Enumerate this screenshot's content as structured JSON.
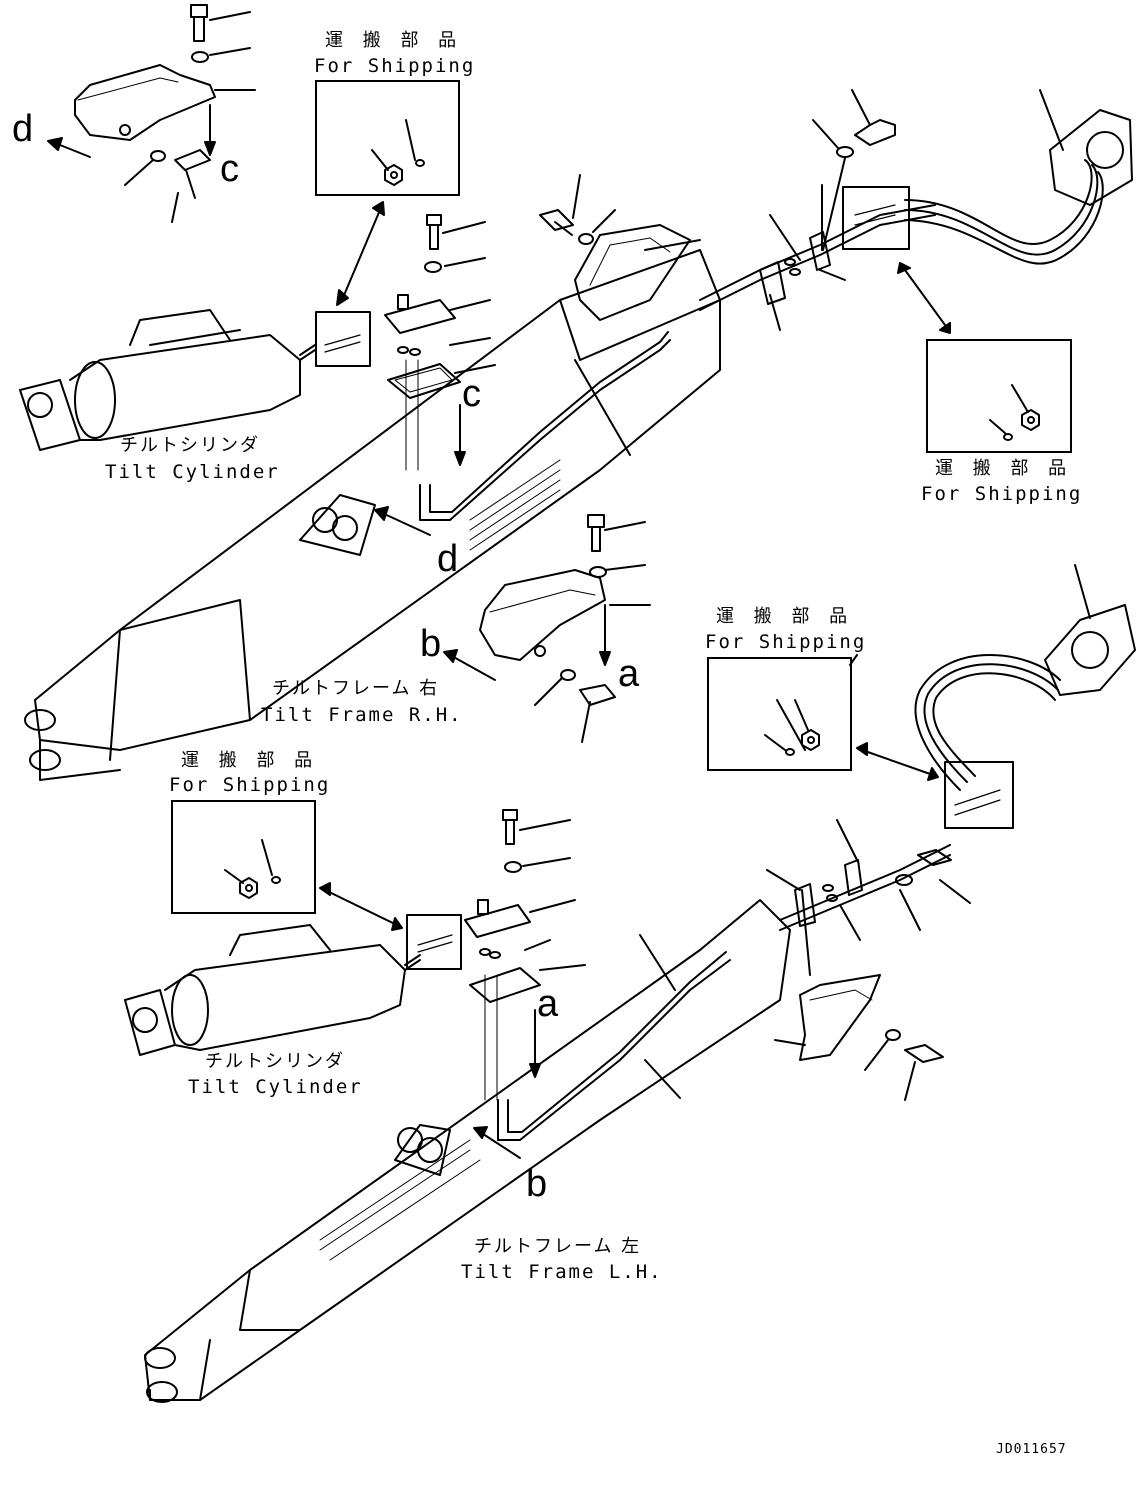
{
  "shipping_labels": [
    {
      "jp": "運 搬 部 品",
      "en": "For Shipping"
    },
    {
      "jp": "運 搬 部 品",
      "en": "For Shipping"
    },
    {
      "jp": "運 搬 部 品",
      "en": "For Shipping"
    },
    {
      "jp": "運 搬 部 品",
      "en": "For Shipping"
    }
  ],
  "components": {
    "tilt_cylinder_upper": {
      "jp": "チルトシリンダ",
      "en": "Tilt Cylinder"
    },
    "tilt_cylinder_lower": {
      "jp": "チルトシリンダ",
      "en": "Tilt Cylinder"
    },
    "tilt_frame_rh": {
      "jp": "チルトフレーム 右",
      "en": "Tilt Frame R.H."
    },
    "tilt_frame_lh": {
      "jp": "チルトフレーム 左",
      "en": "Tilt Frame L.H."
    }
  },
  "view_letters": {
    "d_top": "d",
    "c_top": "c",
    "c_mid": "c",
    "d_mid": "d",
    "b_mid": "b",
    "a_mid": "a",
    "a_low": "a",
    "b_low": "b"
  },
  "drawing_code": "JD011657"
}
